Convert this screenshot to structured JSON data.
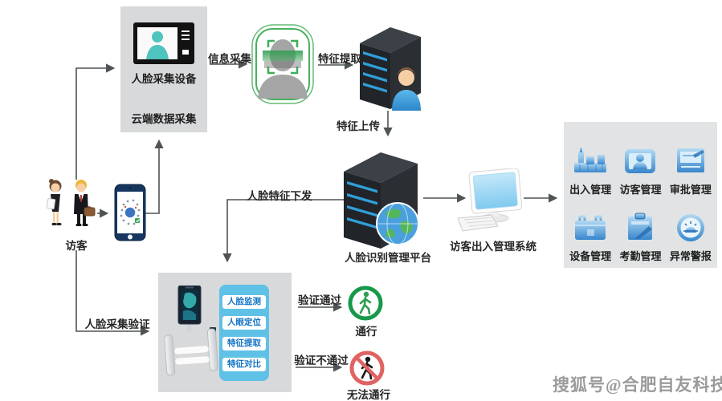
{
  "watermark": "搜狐号@合肥自友科技",
  "nodes": {
    "visitors": {
      "label": "访客"
    },
    "capture_box": {
      "title": "人脸采集设备",
      "caption": "云端数据采集"
    },
    "platform": {
      "label": "人脸识别管理平台"
    },
    "system": {
      "label": "访客出入管理系统"
    },
    "gate": {
      "steps": [
        "人脸监测",
        "人眼定位",
        "特征提取",
        "特征对比"
      ]
    },
    "pass": {
      "label": "通行"
    },
    "fail": {
      "label": "无法通行"
    }
  },
  "edges": {
    "info_collect": "信息采集",
    "feature_extract": "特征提取",
    "feature_upload": "特征上传",
    "feature_dispatch": "人脸特征下发",
    "capture_verify": "人脸采集验证",
    "verify_pass": "验证通过",
    "verify_fail": "验证不通过"
  },
  "management_panel": {
    "items": [
      {
        "label": "出入管理",
        "icon": "gate-icon"
      },
      {
        "label": "访客管理",
        "icon": "visitor-badge-icon"
      },
      {
        "label": "审批管理",
        "icon": "approval-doc-icon"
      },
      {
        "label": "设备管理",
        "icon": "device-icon"
      },
      {
        "label": "考勤管理",
        "icon": "attendance-clipboard-icon"
      },
      {
        "label": "异常警报",
        "icon": "alarm-icon"
      }
    ]
  },
  "colors": {
    "box_gray": "#d8d9da",
    "panel_gray": "#e2e3e4",
    "line": "#4f5355",
    "icon_blue": "#3e8ed0",
    "process_panel_blue": "#5fc1e6",
    "process_text_blue": "#1273c4",
    "pass_green": "#17984a",
    "fail_red": "#e06363",
    "server_dark": "#212428",
    "server_bar_blue": "#2f9fd9",
    "teal": "#4fc3bd",
    "scan_green": "#3fae5a"
  }
}
